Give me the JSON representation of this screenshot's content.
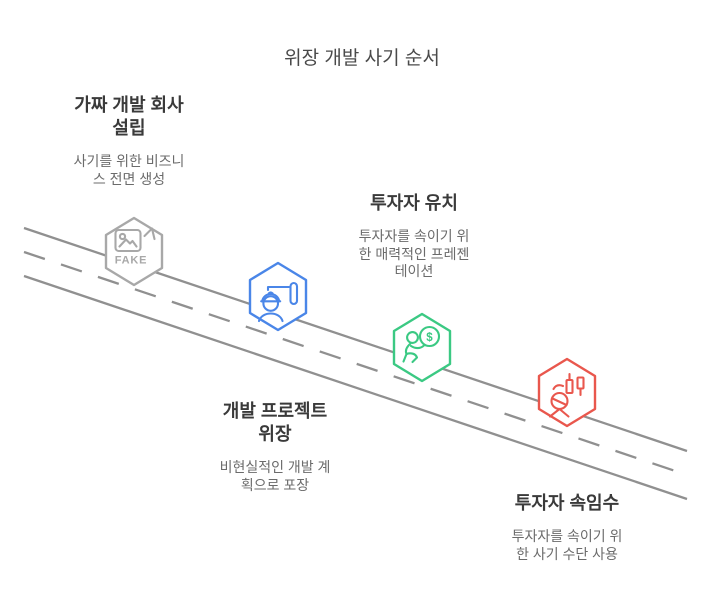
{
  "title": "위장 개발 사기 순서",
  "colors": {
    "road": "#909090",
    "title_text": "#4a4a4a",
    "heading_text": "#3a3a3a",
    "body_text": "#6b6b6b",
    "step1": "#a8a8a8",
    "step2": "#4a86e8",
    "step3": "#3bc983",
    "step4": "#e9574d"
  },
  "steps": [
    {
      "heading_lines": [
        "가짜 개발 회사",
        "설립"
      ],
      "desc_lines": [
        "사기를 위한 비즈니",
        "스 전면 생성"
      ],
      "icon": "fake-photo-icon",
      "badge": "FAKE",
      "color": "#a8a8a8"
    },
    {
      "heading_lines": [
        "개발 프로젝트",
        "위장"
      ],
      "desc_lines": [
        "비현실적인 개발 계",
        "획으로 포장"
      ],
      "icon": "construction-worker-icon",
      "color": "#4a86e8"
    },
    {
      "heading_lines": [
        "투자자 유치"
      ],
      "desc_lines": [
        "투자자를 속이기 위",
        "한 매력적인 프레젠",
        "테이션"
      ],
      "icon": "money-seeker-icon",
      "coin_symbol": "$",
      "color": "#3bc983"
    },
    {
      "heading_lines": [
        "투자자 속임수"
      ],
      "desc_lines": [
        "투자자를 속이기 위",
        "한 사기 수단 사용"
      ],
      "icon": "trader-candlestick-icon",
      "color": "#e9574d"
    }
  ]
}
